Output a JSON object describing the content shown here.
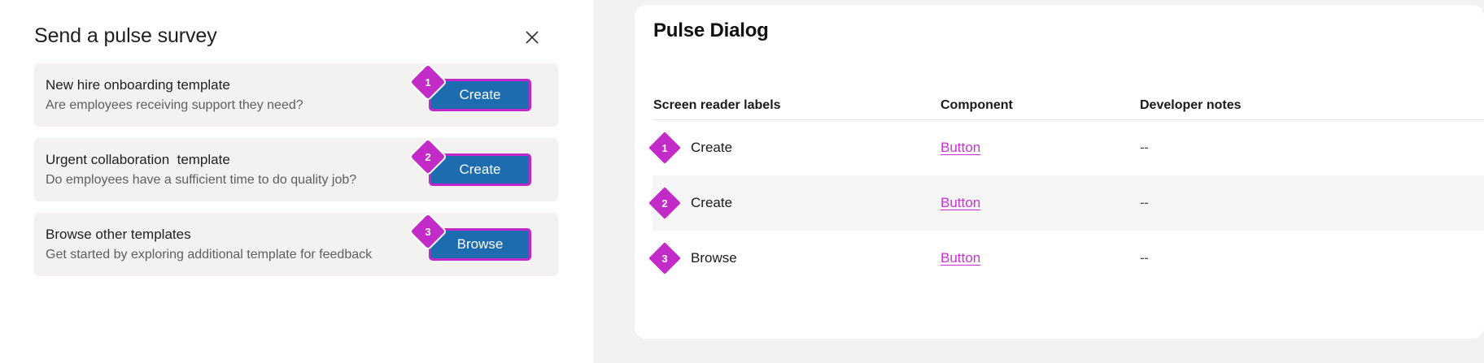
{
  "dialog": {
    "title": "Send a pulse survey",
    "close_icon": "close-icon",
    "cards": [
      {
        "title": "New hire onboarding template",
        "subtitle": "Are employees receiving support they need?",
        "button_label": "Create",
        "marker": "1"
      },
      {
        "title": "Urgent collaboration  template",
        "subtitle": "Do employees have a sufficient time to do quality job?",
        "button_label": "Create",
        "marker": "2"
      },
      {
        "title": "Browse other templates",
        "subtitle": "Get started by exploring additional template for feedback",
        "button_label": "Browse",
        "marker": "3"
      }
    ]
  },
  "spec": {
    "title": "Pulse Dialog",
    "columns": {
      "labels": "Screen reader labels",
      "component": "Component",
      "notes": "Developer notes"
    },
    "rows": [
      {
        "marker": "1",
        "label": "Create",
        "component": "Button",
        "notes": "--"
      },
      {
        "marker": "2",
        "label": "Create",
        "component": "Button",
        "notes": "--"
      },
      {
        "marker": "3",
        "label": "Browse",
        "component": "Button",
        "notes": "--"
      }
    ]
  },
  "colors": {
    "marker_magenta": "#c32bc8",
    "button_blue": "#1d6cb0",
    "link_magenta": "#d02fd8",
    "card_gray": "#f3f2f1",
    "pane_gray": "#f2f2f2"
  }
}
